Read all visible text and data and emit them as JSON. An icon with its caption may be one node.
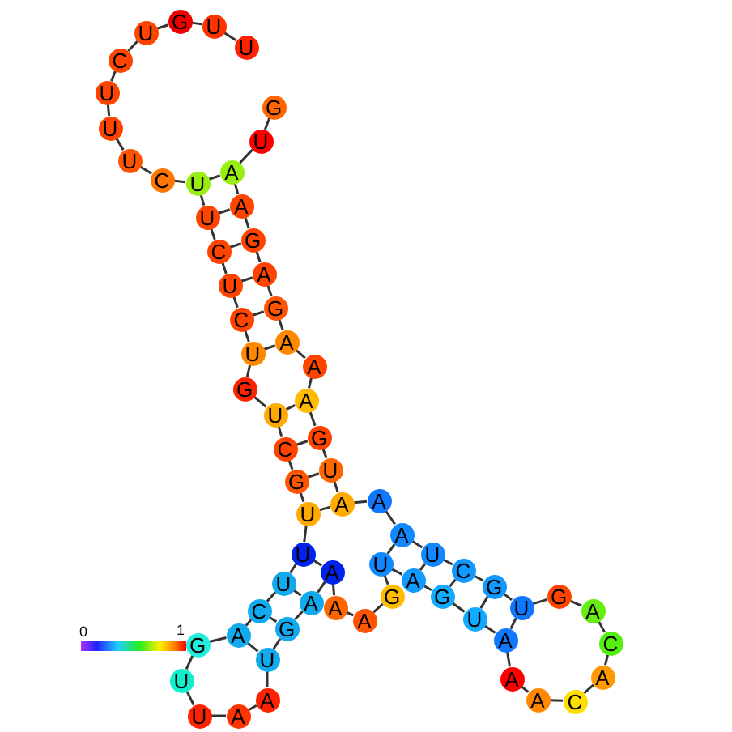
{
  "diagram": {
    "nodes": [
      {
        "text": [
          "G"
        ]
      },
      {
        "text": [
          "U"
        ]
      },
      {
        "text": [
          "A"
        ]
      },
      {
        "text": [
          "A"
        ]
      },
      {
        "text": [
          "G"
        ]
      },
      {
        "text": [
          "A"
        ]
      },
      {
        "text": [
          "G"
        ]
      },
      {
        "text": [
          "A"
        ]
      },
      {
        "text": [
          "A"
        ]
      },
      {
        "text": [
          "A"
        ]
      },
      {
        "text": [
          "G"
        ]
      },
      {
        "text": [
          "U"
        ]
      },
      {
        "text": [
          "A"
        ]
      },
      {
        "text": [
          "A"
        ]
      },
      {
        "text": [
          "A"
        ]
      },
      {
        "text": [
          "U"
        ]
      },
      {
        "text": [
          "C"
        ]
      },
      {
        "text": [
          "G"
        ]
      },
      {
        "text": [
          "U"
        ]
      },
      {
        "text": [
          "G"
        ]
      },
      {
        "text": [
          "A"
        ]
      },
      {
        "text": [
          "C"
        ]
      },
      {
        "text": [
          "A"
        ]
      },
      {
        "text": [
          "C"
        ]
      },
      {
        "text": [
          "A"
        ]
      },
      {
        "text": [
          "A"
        ]
      },
      {
        "text": [
          "A"
        ]
      },
      {
        "text": [
          "U"
        ]
      },
      {
        "text": [
          "G"
        ]
      },
      {
        "text": [
          "A"
        ]
      },
      {
        "text": [
          "U"
        ]
      },
      {
        "text": [
          "G"
        ]
      },
      {
        "text": [
          "A"
        ]
      },
      {
        "text": [
          "A"
        ]
      },
      {
        "text": [
          "A"
        ]
      },
      {
        "text": [
          "A"
        ]
      },
      {
        "text": [
          "G"
        ]
      },
      {
        "text": [
          "U"
        ]
      },
      {
        "text": [
          "A"
        ]
      },
      {
        "text": [
          "A"
        ]
      },
      {
        "text": [
          "U"
        ]
      },
      {
        "text": [
          "U"
        ]
      },
      {
        "text": [
          "G"
        ]
      },
      {
        "text": [
          "A"
        ]
      },
      {
        "text": [
          "C"
        ]
      },
      {
        "text": [
          "U"
        ]
      },
      {
        "text": [
          "U"
        ]
      },
      {
        "text": [
          "U"
        ]
      },
      {
        "text": [
          "G"
        ]
      },
      {
        "text": [
          "C"
        ]
      },
      {
        "text": [
          "U"
        ]
      },
      {
        "text": [
          "G"
        ]
      },
      {
        "text": [
          "U"
        ]
      },
      {
        "text": [
          "C"
        ]
      },
      {
        "text": [
          "U"
        ]
      },
      {
        "text": [
          "C"
        ]
      },
      {
        "text": [
          "U"
        ]
      },
      {
        "text": [
          "U"
        ]
      },
      {
        "text": [
          "C"
        ]
      },
      {
        "text": [
          "U"
        ]
      },
      {
        "text": [
          "U"
        ]
      },
      {
        "text": [
          "U"
        ]
      },
      {
        "text": [
          "C"
        ]
      },
      {
        "text": [
          "U"
        ]
      },
      {
        "text": [
          "G"
        ]
      },
      {
        "text": [
          "U"
        ]
      },
      {
        "text": [
          "U"
        ]
      }
    ],
    "edges": [
      {
        "from": 0,
        "to": 1,
        "arrow": "none"
      },
      {
        "from": 1,
        "to": 2,
        "arrow": "none"
      },
      {
        "from": 2,
        "to": 3,
        "arrow": "none"
      },
      {
        "from": 3,
        "to": 4,
        "arrow": "none"
      },
      {
        "from": 4,
        "to": 5,
        "arrow": "none"
      },
      {
        "from": 5,
        "to": 6,
        "arrow": "none"
      },
      {
        "from": 6,
        "to": 7,
        "arrow": "none"
      },
      {
        "from": 7,
        "to": 8,
        "arrow": "none"
      },
      {
        "from": 8,
        "to": 9,
        "arrow": "none"
      },
      {
        "from": 9,
        "to": 10,
        "arrow": "none"
      },
      {
        "from": 10,
        "to": 11,
        "arrow": "none"
      },
      {
        "from": 11,
        "to": 12,
        "arrow": "none"
      },
      {
        "from": 12,
        "to": 13,
        "arrow": "none"
      },
      {
        "from": 13,
        "to": 14,
        "arrow": "none"
      },
      {
        "from": 14,
        "to": 15,
        "arrow": "none"
      },
      {
        "from": 15,
        "to": 16,
        "arrow": "none"
      },
      {
        "from": 16,
        "to": 17,
        "arrow": "none"
      },
      {
        "from": 17,
        "to": 18,
        "arrow": "none"
      },
      {
        "from": 18,
        "to": 19,
        "arrow": "none"
      },
      {
        "from": 19,
        "to": 20,
        "arrow": "none"
      },
      {
        "from": 20,
        "to": 21,
        "arrow": "none"
      },
      {
        "from": 21,
        "to": 22,
        "arrow": "none"
      },
      {
        "from": 22,
        "to": 23,
        "arrow": "none"
      },
      {
        "from": 23,
        "to": 24,
        "arrow": "none"
      },
      {
        "from": 24,
        "to": 25,
        "arrow": "none"
      },
      {
        "from": 25,
        "to": 26,
        "arrow": "none"
      },
      {
        "from": 26,
        "to": 27,
        "arrow": "none"
      },
      {
        "from": 27,
        "to": 28,
        "arrow": "none"
      },
      {
        "from": 28,
        "to": 29,
        "arrow": "none"
      },
      {
        "from": 29,
        "to": 30,
        "arrow": "none"
      },
      {
        "from": 30,
        "to": 31,
        "arrow": "none"
      },
      {
        "from": 31,
        "to": 32,
        "arrow": "none"
      },
      {
        "from": 32,
        "to": 33,
        "arrow": "none"
      },
      {
        "from": 33,
        "to": 34,
        "arrow": "none"
      },
      {
        "from": 34,
        "to": 35,
        "arrow": "none"
      },
      {
        "from": 35,
        "to": 36,
        "arrow": "none"
      },
      {
        "from": 36,
        "to": 37,
        "arrow": "none"
      },
      {
        "from": 37,
        "to": 38,
        "arrow": "none"
      },
      {
        "from": 38,
        "to": 39,
        "arrow": "none"
      },
      {
        "from": 39,
        "to": 40,
        "arrow": "none"
      },
      {
        "from": 40,
        "to": 41,
        "arrow": "none"
      },
      {
        "from": 41,
        "to": 42,
        "arrow": "none"
      },
      {
        "from": 42,
        "to": 43,
        "arrow": "none"
      },
      {
        "from": 43,
        "to": 44,
        "arrow": "none"
      },
      {
        "from": 44,
        "to": 45,
        "arrow": "none"
      },
      {
        "from": 45,
        "to": 46,
        "arrow": "none"
      },
      {
        "from": 46,
        "to": 47,
        "arrow": "none"
      },
      {
        "from": 47,
        "to": 48,
        "arrow": "none"
      },
      {
        "from": 48,
        "to": 49,
        "arrow": "none"
      },
      {
        "from": 49,
        "to": 50,
        "arrow": "none"
      },
      {
        "from": 50,
        "to": 51,
        "arrow": "none"
      },
      {
        "from": 51,
        "to": 52,
        "arrow": "none"
      },
      {
        "from": 52,
        "to": 53,
        "arrow": "none"
      },
      {
        "from": 53,
        "to": 54,
        "arrow": "none"
      },
      {
        "from": 54,
        "to": 55,
        "arrow": "none"
      },
      {
        "from": 55,
        "to": 56,
        "arrow": "none"
      },
      {
        "from": 56,
        "to": 57,
        "arrow": "none"
      },
      {
        "from": 57,
        "to": 58,
        "arrow": "none"
      },
      {
        "from": 58,
        "to": 59,
        "arrow": "none"
      },
      {
        "from": 59,
        "to": 60,
        "arrow": "none"
      },
      {
        "from": 60,
        "to": 61,
        "arrow": "none"
      },
      {
        "from": 61,
        "to": 62,
        "arrow": "none"
      },
      {
        "from": 62,
        "to": 63,
        "arrow": "none"
      },
      {
        "from": 63,
        "to": 64,
        "arrow": "none"
      },
      {
        "from": 64,
        "to": 65,
        "arrow": "none"
      },
      {
        "from": 65,
        "to": 66,
        "arrow": "none"
      },
      {
        "from": 2,
        "to": 57,
        "arrow": "none"
      },
      {
        "from": 3,
        "to": 56,
        "arrow": "none"
      },
      {
        "from": 4,
        "to": 55,
        "arrow": "none"
      },
      {
        "from": 5,
        "to": 54,
        "arrow": "none"
      },
      {
        "from": 6,
        "to": 53,
        "arrow": "none"
      },
      {
        "from": 7,
        "to": 52,
        "arrow": "none"
      },
      {
        "from": 9,
        "to": 50,
        "arrow": "none"
      },
      {
        "from": 10,
        "to": 49,
        "arrow": "none"
      },
      {
        "from": 11,
        "to": 48,
        "arrow": "none"
      },
      {
        "from": 12,
        "to": 47,
        "arrow": "none"
      },
      {
        "from": 14,
        "to": 30,
        "arrow": "none"
      },
      {
        "from": 15,
        "to": 29,
        "arrow": "none"
      },
      {
        "from": 16,
        "to": 28,
        "arrow": "none"
      },
      {
        "from": 17,
        "to": 27,
        "arrow": "none"
      },
      {
        "from": 18,
        "to": 26,
        "arrow": "none"
      },
      {
        "from": 34,
        "to": 46,
        "arrow": "none"
      },
      {
        "from": 35,
        "to": 45,
        "arrow": "none"
      },
      {
        "from": 36,
        "to": 44,
        "arrow": "none"
      },
      {
        "from": 37,
        "to": 43,
        "arrow": "none"
      }
    ],
    "labels": [
      "0",
      "1"
    ]
  }
}
